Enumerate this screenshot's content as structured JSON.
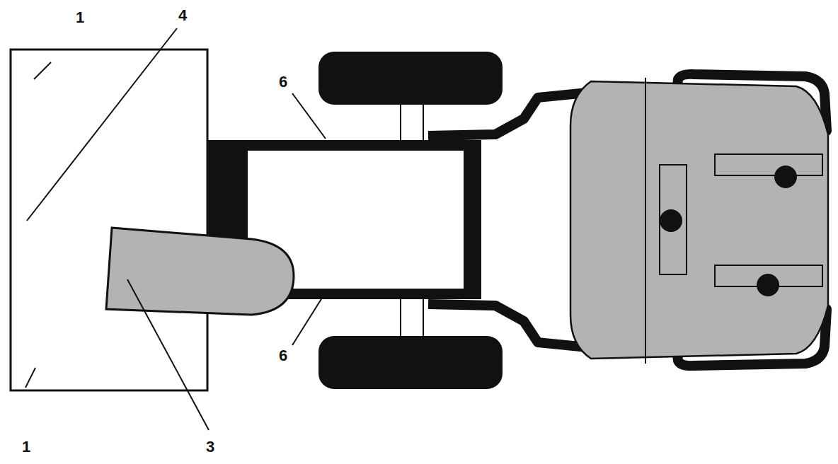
{
  "diagram": {
    "labels": [
      "1",
      "4",
      "6",
      "6",
      "1",
      "3"
    ]
  }
}
